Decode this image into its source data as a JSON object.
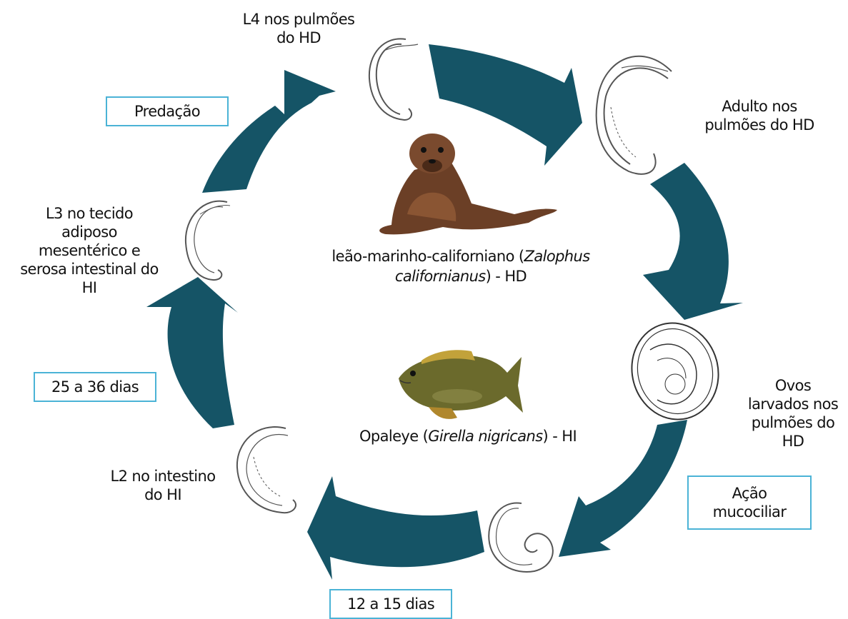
{
  "colors": {
    "arrow": "#155466",
    "box_border": "#4bb3d6",
    "seal": "#7a4a2e",
    "fish": "#6b6a2c"
  },
  "stages": {
    "l4": [
      "L4 nos pulmões",
      "do HD"
    ],
    "adult": [
      "Adulto nos",
      "pulmões do HD"
    ],
    "eggs": [
      "Ovos",
      "larvados nos",
      "pulmões do",
      "HD"
    ],
    "l2": [
      "L2 no intestino",
      "do HI"
    ],
    "l3": [
      "L3 no tecido",
      "adiposo",
      "mesentérico e",
      "serosa intestinal do",
      "HI"
    ]
  },
  "boxes": {
    "predation": [
      "Predação"
    ],
    "mucociliary": [
      "Ação",
      "mucociliar"
    ],
    "days_12_15": [
      "12 a 15 dias"
    ],
    "days_25_36": [
      "25 a 36 dias"
    ]
  },
  "hosts": {
    "definitive": {
      "line1_pre": "leão-marinho-californiano (",
      "line1_italic": "Zalophus",
      "line2_italic": "californianus",
      "line2_post": ") - HD"
    },
    "intermediate": {
      "pre": "Opaleye (",
      "italic": "Girella nigricans",
      "post": ") - HI"
    }
  },
  "icons": [
    "sea-lion-illustration",
    "opaleye-fish-illustration",
    "larva-l4-icon",
    "adult-worm-icon",
    "larvated-egg-icon",
    "larva-l1-coiled-icon",
    "larva-l2-icon",
    "larva-l3-icon"
  ]
}
